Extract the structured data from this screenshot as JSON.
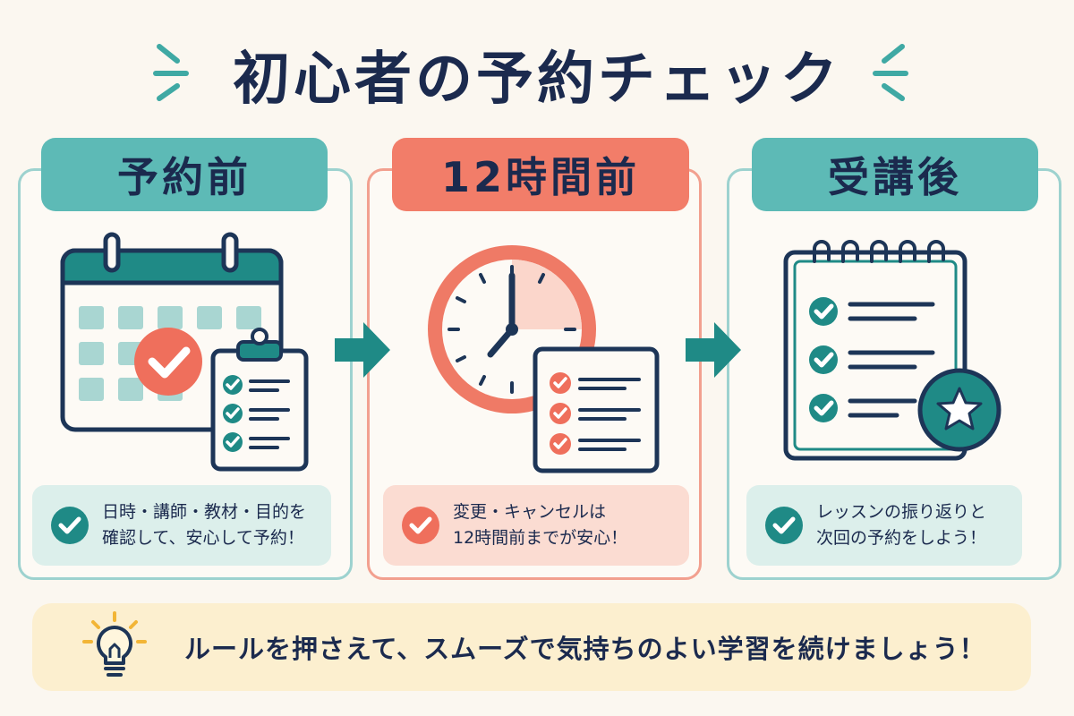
{
  "header": {
    "title": "初心者の予約チェック"
  },
  "steps": [
    {
      "label": "予約前",
      "note_line1": "日時・講師・教材・目的を",
      "note_line2": "確認して、安心して予約！"
    },
    {
      "label": "12時間前",
      "note_line1": "変更・キャンセルは",
      "note_line2": "12時間前までが安心！"
    },
    {
      "label": "受講後",
      "note_line1": "レッスンの振り返りと",
      "note_line2": "次回の予約をしよう！"
    }
  ],
  "footer": {
    "message": "ルールを押さえて、スムーズで気持ちのよい学習を続けましょう！"
  },
  "colors": {
    "teal": "#5dbab6",
    "coral": "#f27d69",
    "navy": "#1b2a4e",
    "background": "#fbf7f0",
    "banner": "#fcefcf"
  },
  "icons": [
    "calendar-icon",
    "clipboard-icon",
    "clock-icon",
    "checklist-icon",
    "notebook-icon",
    "star-badge-icon",
    "arrow-right-icon",
    "lightbulb-icon",
    "check-circle-icon"
  ]
}
